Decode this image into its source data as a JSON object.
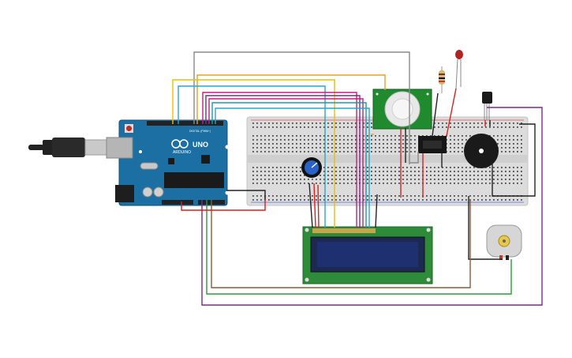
{
  "arduino": {
    "brand": "ARDUINO",
    "model": "UNO",
    "header_label": "DIGITAL (PWM~)"
  },
  "colors": {
    "board": "#1c6fa3",
    "breadboard": "#dcdcdc",
    "lcd_pcb": "#2e8b3a",
    "lcd_screen": "#1e2a55",
    "pir_pcb": "#1f8a2e",
    "wire_gray": "#8a8a8a",
    "wire_orange": "#e8a020",
    "wire_yellow": "#e6c000",
    "wire_cyan": "#2aa6c8",
    "wire_magenta": "#c0207a",
    "wire_purple": "#7a2a8a",
    "wire_red": "#d82020",
    "wire_black": "#222222",
    "wire_green": "#2a9a3a",
    "wire_brown": "#8a5a3a"
  },
  "components": {
    "usb_cable": "usb-cable",
    "potentiometer": "potentiometer",
    "lcd": "lcd-16x2",
    "pir_sensor": "pir-motion-sensor",
    "relay": "relay-module",
    "buzzer": "piezo-buzzer",
    "dc_motor": "dc-motor",
    "led": "red-led",
    "resistor": "resistor",
    "temp_sensor": "temperature-sensor"
  }
}
